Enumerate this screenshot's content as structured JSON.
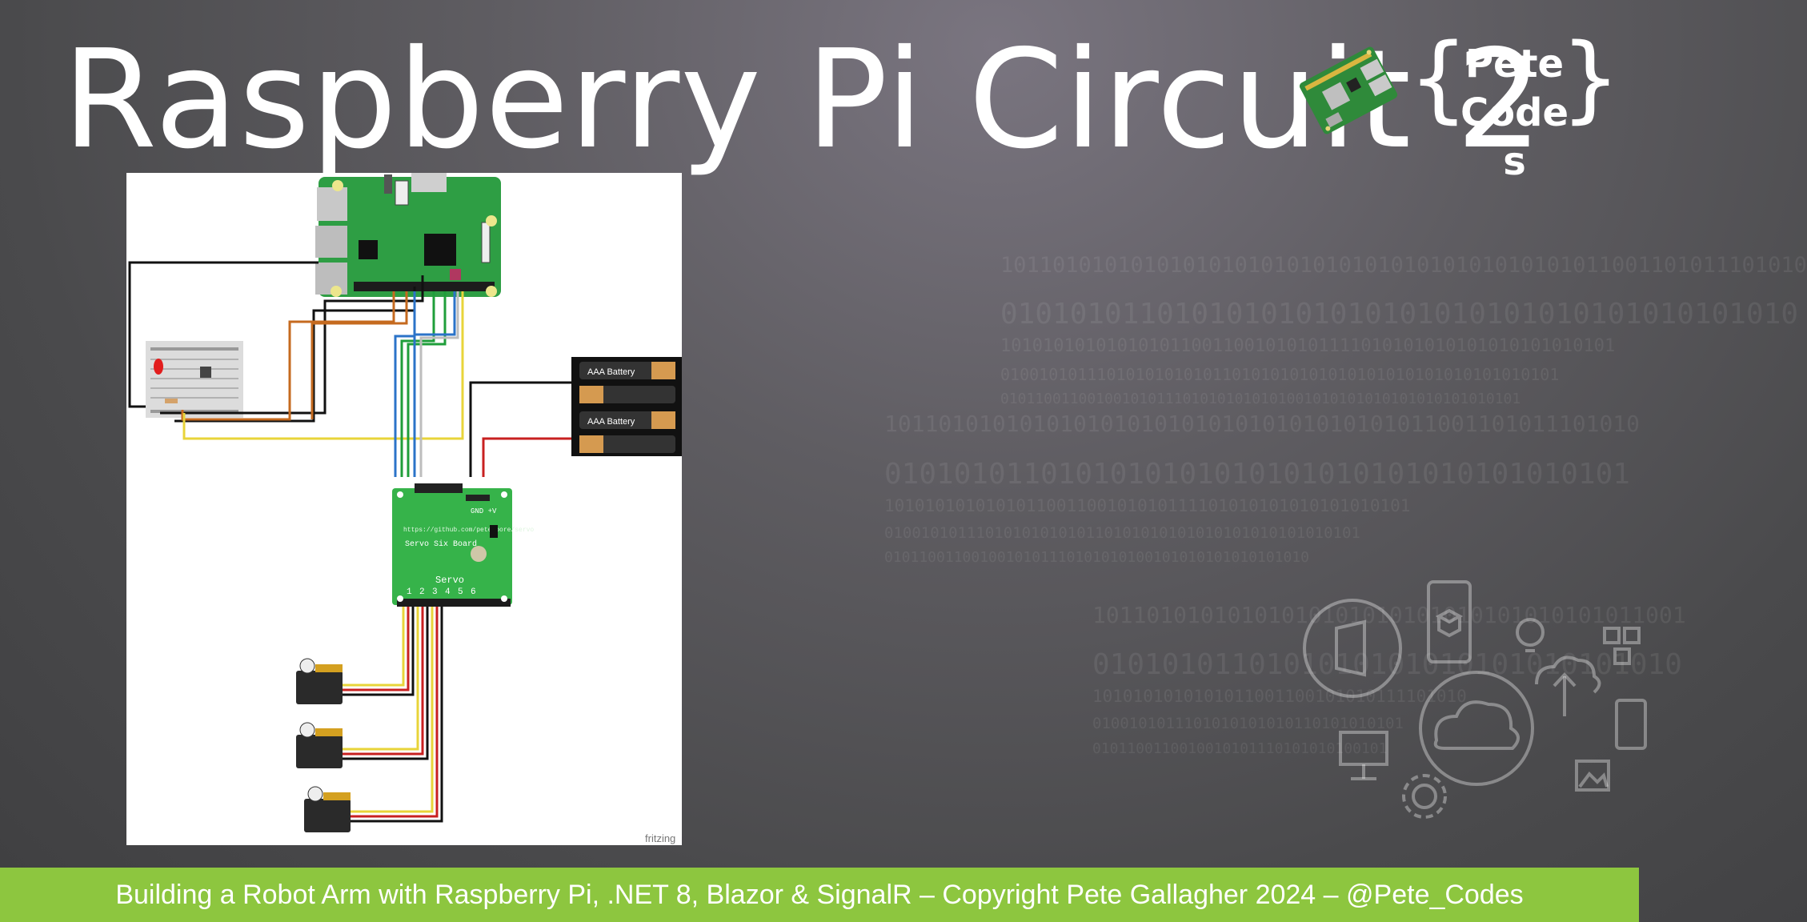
{
  "slide": {
    "title": "Raspberry Pi Circuit 2",
    "brand": {
      "line1": "Pete",
      "line2": "Code",
      "line3": "s"
    },
    "footer": "Building a Robot Arm with Raspberry Pi, .NET 8, Blazor & SignalR  – Copyright Pete Gallagher 2024 – @Pete_Codes"
  },
  "circuit": {
    "battery_label": "AAA Battery",
    "servo_board_title": "Servo Six Board",
    "servo_board_url": "https://github.com/petemoore/servo",
    "servo_label": "Servo",
    "servo_numbers": [
      "1",
      "2",
      "3",
      "4",
      "5",
      "6"
    ],
    "power_label": "GND +V",
    "watermark": "fritzing"
  },
  "background": {
    "binary_rows": [
      "10110101010101010101010101010101010101010101011001101011101010",
      "0101010110101010101010101010101010101010101010",
      "1010101010101010110011001010101111010101010101010101010101",
      "0100101011101010101010110101010101010101010101010101010101",
      "010110011001001010111010101010101001010101010101010101010101",
      "10110101010101010101010101010101010101011001101011101010",
      "0101010110101010101010101010101010101010101",
      "1010101010101011001100101010111101010101010101010101",
      "0100101011101010101010110101010101010101010101010101",
      "0101100110010010101110101010100101010101010101010",
      "10110101010101010101010101010101010101011001",
      "0101010110101010101010101010101010",
      "1010101010101011001100101010111101010",
      "0100101011101010101010110101010101",
      "0101100110010010101110101010100101"
    ],
    "icons": [
      "office-icon",
      "phone-cube-icon",
      "lightbulb-icon",
      "network-icon",
      "cloud-icon",
      "upload-cloud-icon",
      "desktop-icon",
      "gear-icon",
      "image-icon",
      "tablet-icon"
    ]
  }
}
